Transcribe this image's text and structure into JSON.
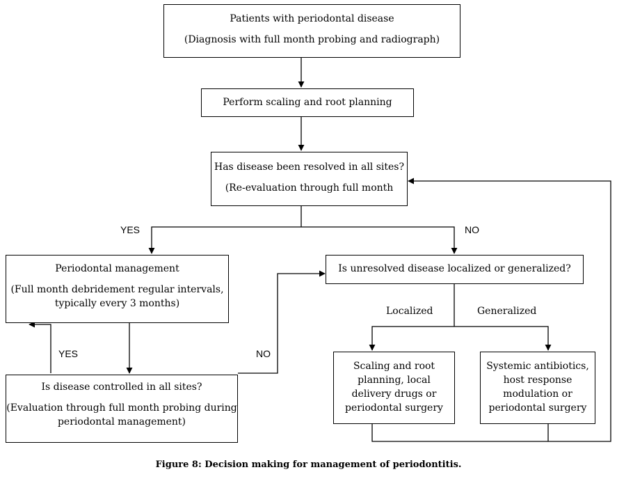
{
  "nodes": {
    "patients": {
      "line1": "Patients with periodontal disease",
      "line2": "(Diagnosis with full month probing and radiograph)"
    },
    "scaling": {
      "line1": "Perform scaling and root planning"
    },
    "resolved": {
      "line1": "Has disease been resolved in all sites?",
      "line2": "(Re-evaluation through full month"
    },
    "management": {
      "line1": "Periodontal management",
      "line2": "(Full month debridement regular intervals,",
      "line3": "typically every 3 months)"
    },
    "unresolved": {
      "line1": "Is unresolved disease localized or generalized?"
    },
    "controlled": {
      "line1": "Is disease controlled in all sites?",
      "line2": "(Evaluation through full month probing during",
      "line3": "periodontal management)"
    },
    "localized_tx": {
      "line1": "Scaling and root",
      "line2": "planning, local",
      "line3": "delivery drugs or",
      "line4": "periodontal surgery"
    },
    "generalized_tx": {
      "line1": "Systemic antibiotics,",
      "line2": "host response",
      "line3": "modulation or",
      "line4": "periodontal surgery"
    }
  },
  "edge_labels": {
    "yes_resolved": "YES",
    "no_resolved": "NO",
    "yes_controlled": "YES",
    "no_controlled": "NO",
    "localized": "Localized",
    "generalized": "Generalized"
  },
  "caption": "Figure 8: Decision making for management of periodontitis."
}
